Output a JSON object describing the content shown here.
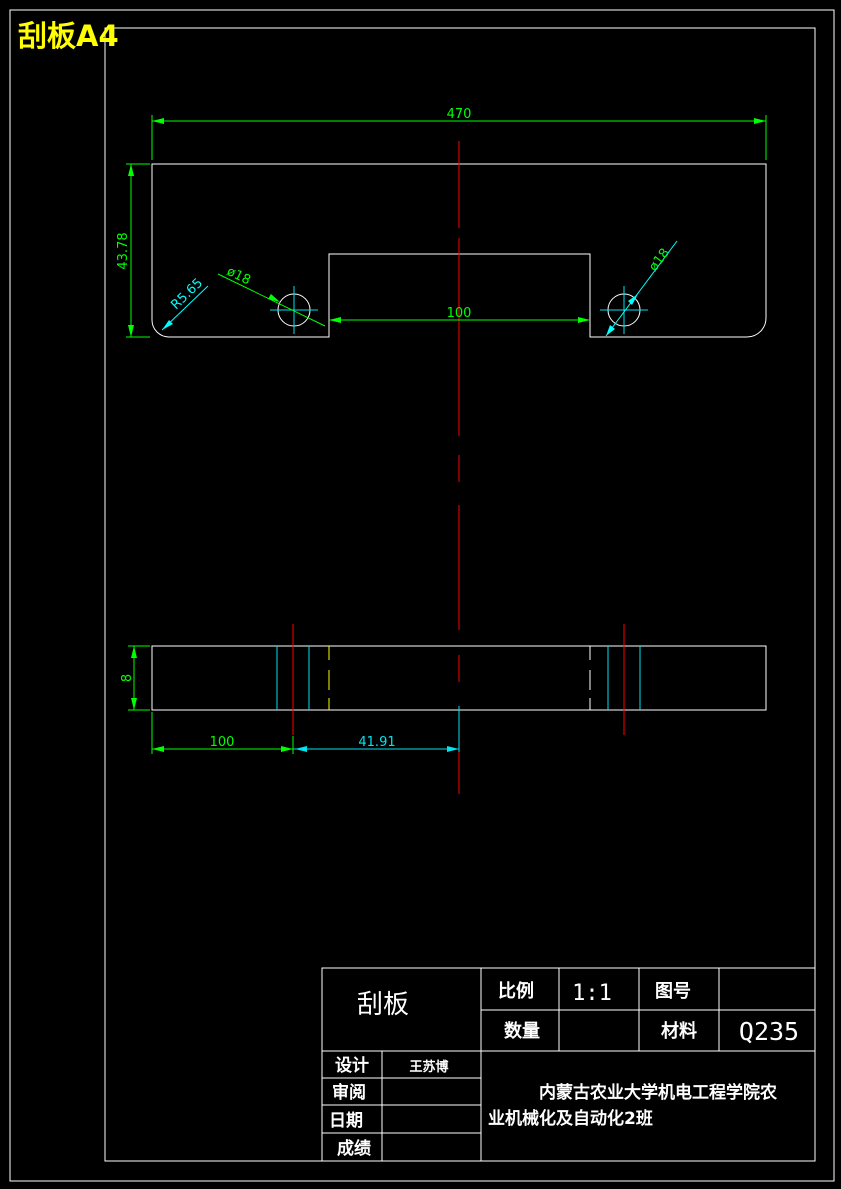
{
  "sheet_title": "刮板A4",
  "colors": {
    "background": "#000000",
    "outline": "#ffffff",
    "dimension": "#00ff00",
    "centerline": "#ff0000",
    "hidden": "#00e5ee",
    "aux": "#ffff00",
    "title": "#ffff00"
  },
  "top_view": {
    "width_dim": "470",
    "height_dim": "43.78",
    "slot_dim": "100",
    "radius_dim": "R5.65",
    "hole_left_dim": "ø18",
    "hole_right_dim": "ø18"
  },
  "side_view": {
    "thickness_dim": "8",
    "left_offset_dim": "100",
    "center_offset_dim": "41.91"
  },
  "title_block": {
    "part_name": "刮板",
    "scale_label": "比例",
    "scale_value": "1:1",
    "drawing_no_label": "图号",
    "drawing_no_value": "",
    "quantity_label": "数量",
    "quantity_value": "",
    "material_label": "材料",
    "material_value": "Q235",
    "design_label": "设计",
    "designer": "王苏博",
    "review_label": "审阅",
    "reviewer": "",
    "date_label": "日期",
    "date_value": "",
    "grade_label": "成绩",
    "grade_value": "",
    "school_line1": "内蒙古农业大学机电工程学院农",
    "school_line2": "业机械化及自动化2班"
  }
}
